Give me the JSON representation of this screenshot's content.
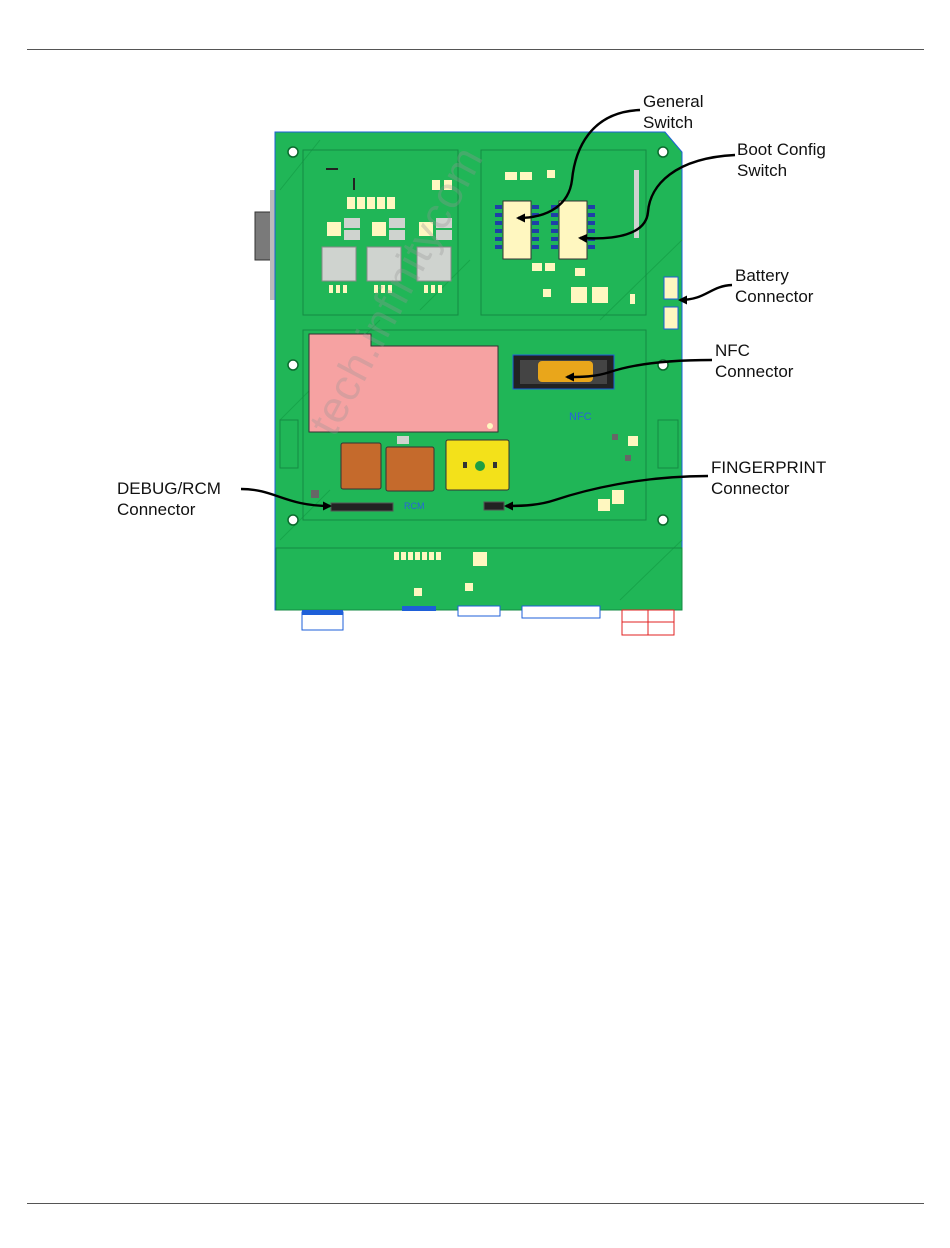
{
  "labels": {
    "general_switch": [
      "General",
      "Switch"
    ],
    "boot_config_switch": [
      "Boot Config",
      "Switch"
    ],
    "battery_connector": [
      "Battery",
      "Connector"
    ],
    "nfc_connector": [
      "NFC",
      "Connector"
    ],
    "fingerprint_connector": [
      "FINGERPRINT",
      "Connector"
    ],
    "debug_rcm_connector": [
      "DEBUG/RCM",
      "Connector"
    ]
  },
  "board_markings": {
    "nfc": "NFC",
    "rcm": "RCM"
  },
  "watermark": "tech.infinitycom",
  "colors": {
    "pcb_green": "#1db954",
    "pink_shield": "#f4a3a3",
    "orange": "#e8a11a",
    "copper": "#c8692b",
    "yellow": "#f2e21a",
    "arrow": "#000000"
  }
}
